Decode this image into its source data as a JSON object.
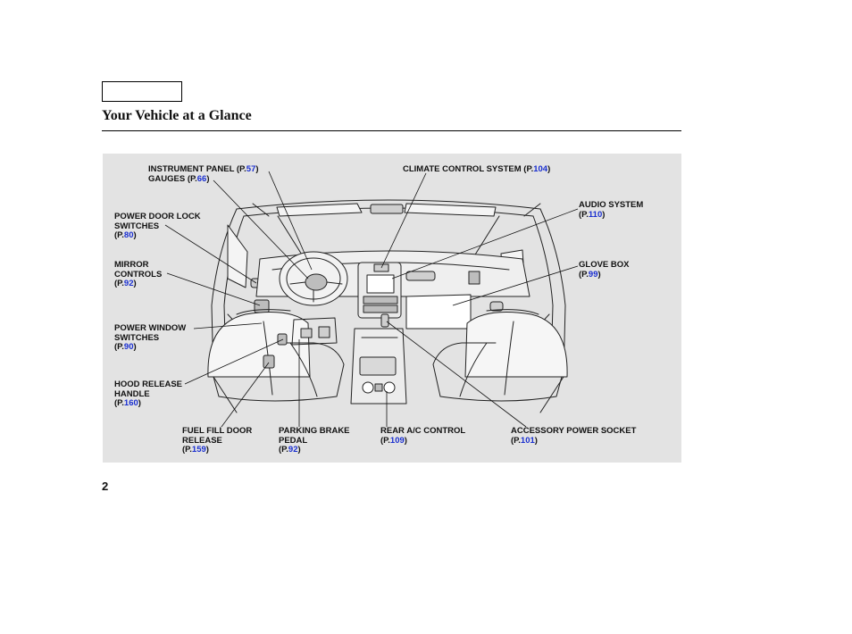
{
  "page": {
    "title": "Your Vehicle at a Glance",
    "page_number": "2"
  },
  "colors": {
    "panel_background": "#e3e3e3",
    "page_ref": "#1a2fd0"
  },
  "callouts": {
    "instrument_panel": {
      "lines": [
        "INSTRUMENT PANEL"
      ],
      "page": "57"
    },
    "gauges": {
      "lines": [
        "GAUGES"
      ],
      "page": "66"
    },
    "climate_control": {
      "lines": [
        "CLIMATE CONTROL SYSTEM"
      ],
      "page": "104"
    },
    "audio_system": {
      "lines": [
        "AUDIO SYSTEM"
      ],
      "page": "110"
    },
    "power_door_lock": {
      "lines": [
        "POWER DOOR LOCK",
        "SWITCHES"
      ],
      "page": "80"
    },
    "mirror_controls": {
      "lines": [
        "MIRROR",
        "CONTROLS"
      ],
      "page": "92"
    },
    "glove_box": {
      "lines": [
        "GLOVE BOX"
      ],
      "page": "99"
    },
    "power_window": {
      "lines": [
        "POWER WINDOW",
        "SWITCHES"
      ],
      "page": "90"
    },
    "hood_release": {
      "lines": [
        "HOOD RELEASE",
        "HANDLE"
      ],
      "page": "160"
    },
    "fuel_fill": {
      "lines": [
        "FUEL FILL DOOR",
        "RELEASE"
      ],
      "page": "159"
    },
    "parking_brake": {
      "lines": [
        "PARKING BRAKE",
        "PEDAL"
      ],
      "page": "92"
    },
    "rear_ac": {
      "lines": [
        "REAR A/C CONTROL"
      ],
      "page": "109"
    },
    "accessory_socket": {
      "lines": [
        "ACCESSORY POWER SOCKET"
      ],
      "page": "101"
    }
  }
}
